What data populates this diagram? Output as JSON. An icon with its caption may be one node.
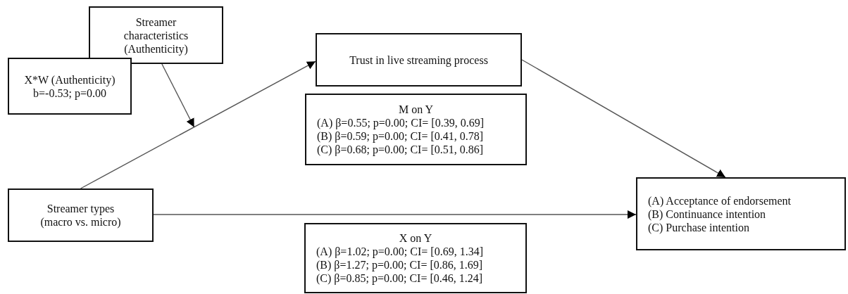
{
  "diagram": {
    "nodes": [
      {
        "text": [
          "Streamer characteristics (Authenticity)"
        ]
      },
      {
        "text": [
          "X*W (Authenticity)",
          "b=-0.53; p=0.00"
        ]
      },
      {
        "text": [
          "Trust in live streaming process"
        ]
      },
      {
        "text": [
          "M on Y",
          "(A) β=0.55; p=0.00; CI= [0.39, 0.69]",
          "(B) β=0.59; p=0.00; CI= [0.41, 0.78]",
          "(C) β=0.68; p=0.00; CI= [0.51, 0.86]"
        ]
      },
      {
        "text": [
          "Streamer types (macro vs. micro)"
        ]
      },
      {
        "text": [
          "X on Y",
          "(A) β=1.02; p=0.00; CI= [0.69, 1.34]",
          "(B) β=1.27; p=0.00; CI= [0.86, 1.69]",
          "(C) β=0.85; p=0.00; CI= [0.46, 1.24]"
        ]
      },
      {
        "text": [
          "(A) Acceptance of endorsement",
          "(B) Continuance intention",
          "(C) Purchase intention"
        ]
      }
    ],
    "edges": [
      {
        "from": 4,
        "to": 2,
        "arrow": "to"
      },
      {
        "from": 0,
        "to": null,
        "arrow": "to"
      },
      {
        "from": 2,
        "to": 6,
        "arrow": "to"
      },
      {
        "from": 4,
        "to": 6,
        "arrow": "to"
      }
    ]
  }
}
